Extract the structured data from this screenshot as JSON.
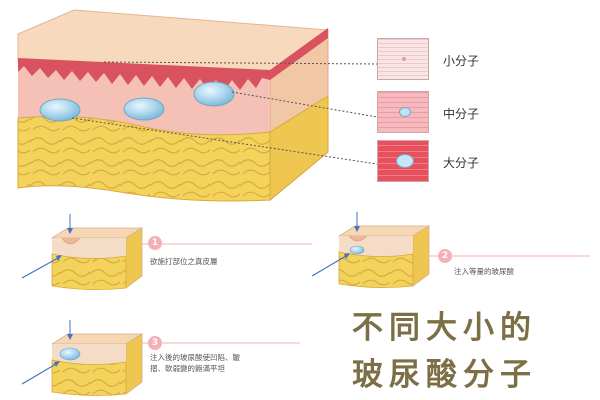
{
  "legend": [
    {
      "label": "小分子",
      "fill": "#f9e4e6",
      "dot": "#d99ea5"
    },
    {
      "label": "中分子",
      "fill": "#f6b9bd",
      "dot": "#bfe1f2"
    },
    {
      "label": "大分子",
      "fill": "#e9505e",
      "dot": "#c7e6f7"
    }
  ],
  "steps": [
    {
      "num": "1",
      "text": "欲施打部位之真皮層"
    },
    {
      "num": "2",
      "text": "注入等量的玻尿酸"
    },
    {
      "num": "3",
      "text": "注入後的玻尿酸使凹陷、皺\n摺、軟弱變的飽滿平坦"
    }
  ],
  "title": {
    "line1": "不同大小的",
    "line2": "玻尿酸分子"
  },
  "colors": {
    "skin_top": "#f7d4ba",
    "skin_pink": "#f4c0b4",
    "epidermis_red": "#d9525f",
    "fat": "#f0cf54",
    "molecule": "#a9d5ec",
    "accent_line": "#f4b0b4",
    "title": "#7d6f45"
  }
}
